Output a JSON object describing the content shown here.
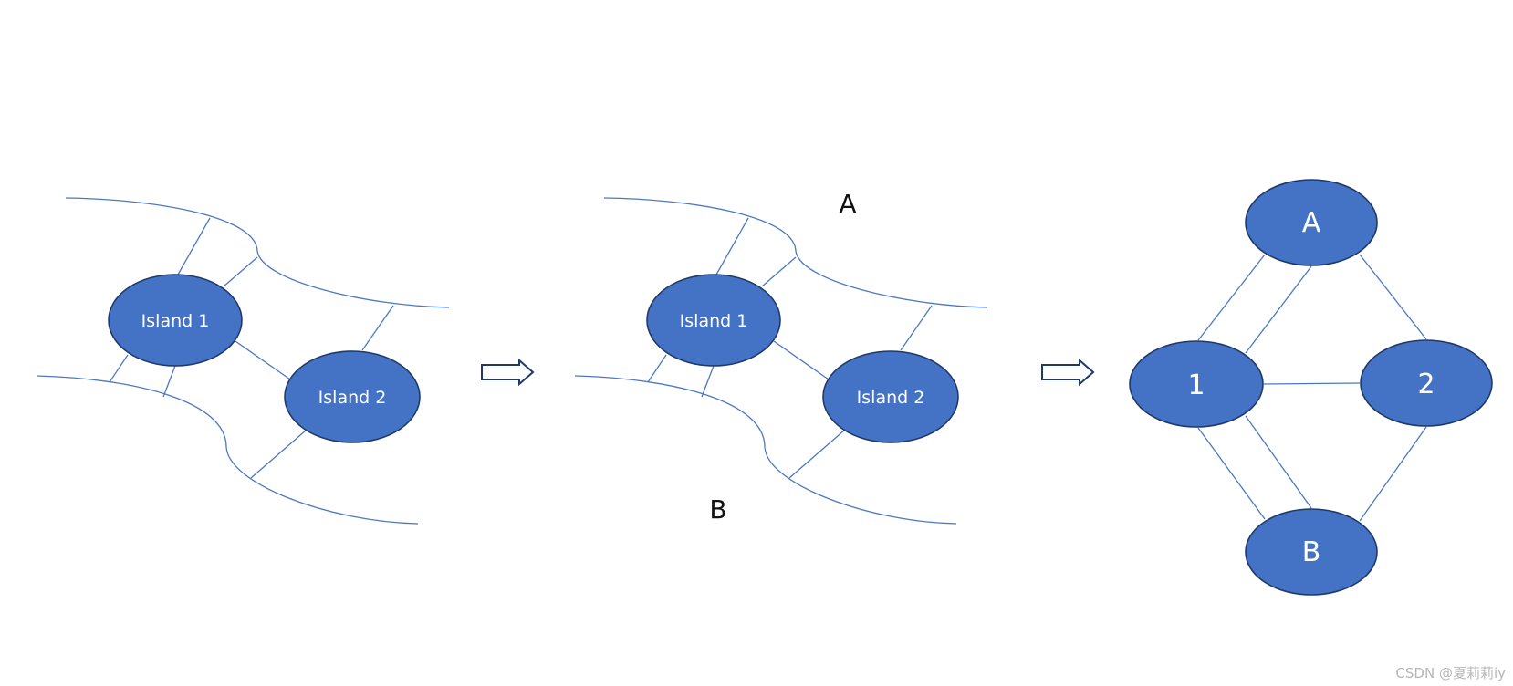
{
  "panel_1": {
    "island_1_label": "Island 1",
    "island_2_label": "Island 2"
  },
  "panel_2": {
    "island_1_label": "Island 1",
    "island_2_label": "Island 2",
    "region_a_label": "A",
    "region_b_label": "B"
  },
  "graph": {
    "node_a_label": "A",
    "node_1_label": "1",
    "node_2_label": "2",
    "node_b_label": "B"
  },
  "colors": {
    "island_fill": "#4472c4",
    "island_stroke": "#1f3a68",
    "line": "#4a78c2"
  },
  "watermark": "CSDN @夏莉莉iy"
}
